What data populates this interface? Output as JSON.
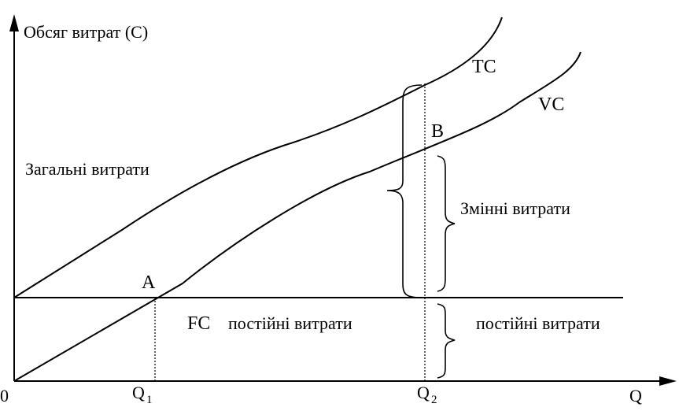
{
  "axes": {
    "y_label": "Обсяг витрат (С)",
    "x_label": "Q",
    "origin": "0"
  },
  "ticks": {
    "q1": {
      "main": "Q",
      "sub": "1"
    },
    "q2": {
      "main": "Q",
      "sub": "2"
    }
  },
  "curves": {
    "tc": "TC",
    "vc": "VC",
    "fc": "FC"
  },
  "points": {
    "a": "A",
    "b": "B"
  },
  "labels": {
    "total_costs": "Загальні витрати",
    "variable_costs": "Змінні витрати",
    "fixed_costs_inline": "постійні витрати",
    "fixed_costs_right": "постійні витрати"
  }
}
